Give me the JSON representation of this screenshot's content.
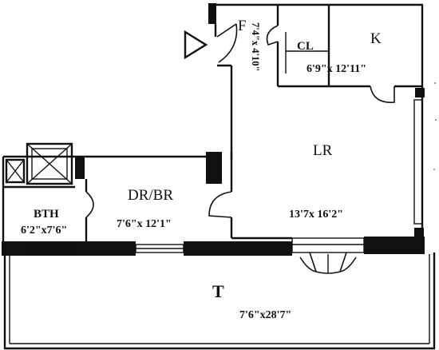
{
  "rooms": {
    "foyer": {
      "label": "F",
      "dims": "7'4\"x 4'10\""
    },
    "closet": {
      "label": "CL"
    },
    "kitchen": {
      "label": "K"
    },
    "closet_kitchen_dims": "6'9\"x 12'11\"",
    "living_room": {
      "label": "LR",
      "dims": "13'7x 16'2\""
    },
    "dining_bedroom": {
      "label": "DR/BR",
      "dims": "7'6\"x 12'1\""
    },
    "bathroom": {
      "label": "BTH",
      "dims": "6'2\"x7'6\""
    },
    "terrace": {
      "label": "T",
      "dims": "7'6\"x28'7\""
    }
  },
  "icons": {
    "entry_arrow": "entry-arrow-icon",
    "shaft": "shaft-x-icon"
  }
}
